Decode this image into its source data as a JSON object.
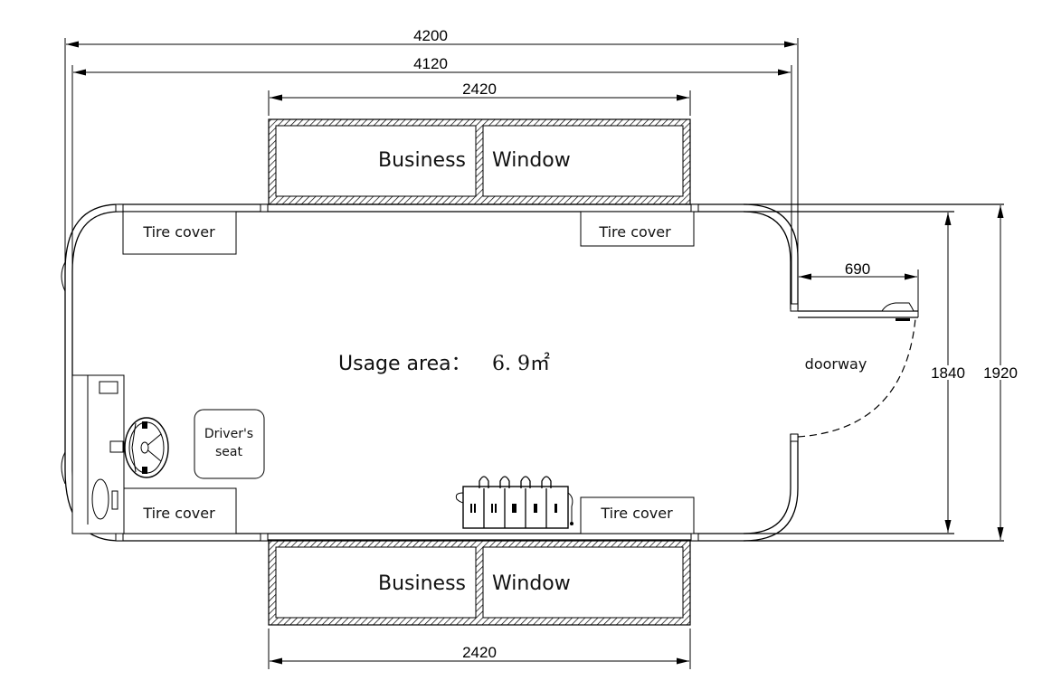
{
  "drawing": {
    "type": "floor-plan",
    "units": "mm",
    "dimensions": {
      "overall_length_outer": "4200",
      "overall_length_inner": "4120",
      "window_width_top": "2420",
      "window_width_bottom": "2420",
      "door_width": "690",
      "inner_width": "1840",
      "outer_width": "1920"
    },
    "labels": {
      "window_top_left": "Business",
      "window_top_right": "Window",
      "window_bottom_left": "Business",
      "window_bottom_right": "Window",
      "tire_cover_top_left": "Tire cover",
      "tire_cover_top_right": "Tire cover",
      "tire_cover_bottom_left": "Tire cover",
      "tire_cover_bottom_right": "Tire cover",
      "usage_area_label": "Usage area：",
      "usage_area_value": "6. 9㎡",
      "doorway": "doorway",
      "drivers_seat_line1": "Driver's",
      "drivers_seat_line2": "seat"
    },
    "icons": [
      "steering-wheel-icon",
      "gas-cylinders-icon",
      "door-handle-icon",
      "dimension-arrow-icon"
    ]
  }
}
